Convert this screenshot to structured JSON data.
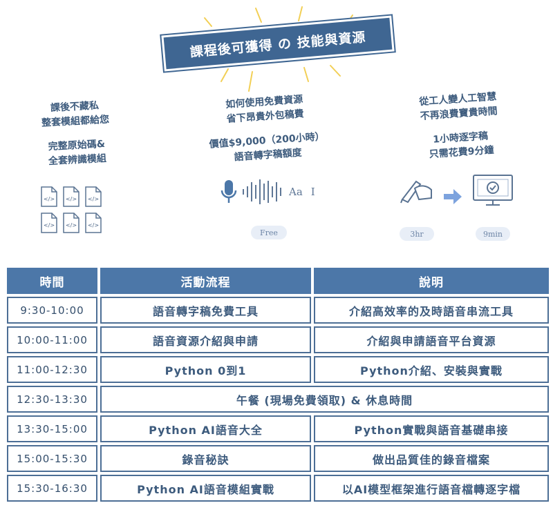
{
  "banner": {
    "title": "課程後可獲得 の 技能與資源"
  },
  "columns": [
    {
      "lines": [
        "課後不藏私",
        "整套模組都給您"
      ],
      "lines2": [
        "完整原始碼&",
        "全套辨識模組"
      ]
    },
    {
      "lines": [
        "如何使用免費資源",
        "省下昂貴外包稿費"
      ],
      "lines2": [
        "價值$9,000（200小時）",
        "語音轉字稿額度"
      ]
    },
    {
      "lines": [
        "從工人變人工智慧",
        "不再浪費寶貴時間"
      ],
      "lines2": [
        "1小時逐字稿",
        "只需花費9分鐘"
      ]
    }
  ],
  "icons": {
    "code": "</>",
    "aa": "Aa",
    "cursor": "I"
  },
  "pills": {
    "free": "Free",
    "hr": "3hr",
    "min": "9min"
  },
  "colors": {
    "primary": "#4c77a8",
    "banner": "#3f6692",
    "text": "#3d5b7d",
    "accent_ray": "#f2cf55"
  },
  "table": {
    "headers": [
      "時間",
      "活動流程",
      "說明"
    ],
    "rows": [
      {
        "time": "9:30-10:00",
        "activity": "語音轉字稿免費工具",
        "desc": "介紹高效率的及時語音串流工具"
      },
      {
        "time": "10:00-11:00",
        "activity": "語音資源介紹與申請",
        "desc": "介紹與申請語音平台資源"
      },
      {
        "time": "11:00-12:30",
        "activity": "Python 0到1",
        "desc": "Python介紹、安裝與實戰"
      },
      {
        "time": "12:30-13:30",
        "merged": "午餐 (現場免費領取) & 休息時間"
      },
      {
        "time": "13:30-15:00",
        "activity": "Python AI語音大全",
        "desc": "Python實戰與語音基礎串接"
      },
      {
        "time": "15:00-15:30",
        "activity": "錄音秘訣",
        "desc": "做出品質佳的錄音檔案"
      },
      {
        "time": "15:30-16:30",
        "activity": "Python AI語音模組實戰",
        "desc": "以AI模型框架進行語音檔轉逐字檔"
      }
    ]
  }
}
